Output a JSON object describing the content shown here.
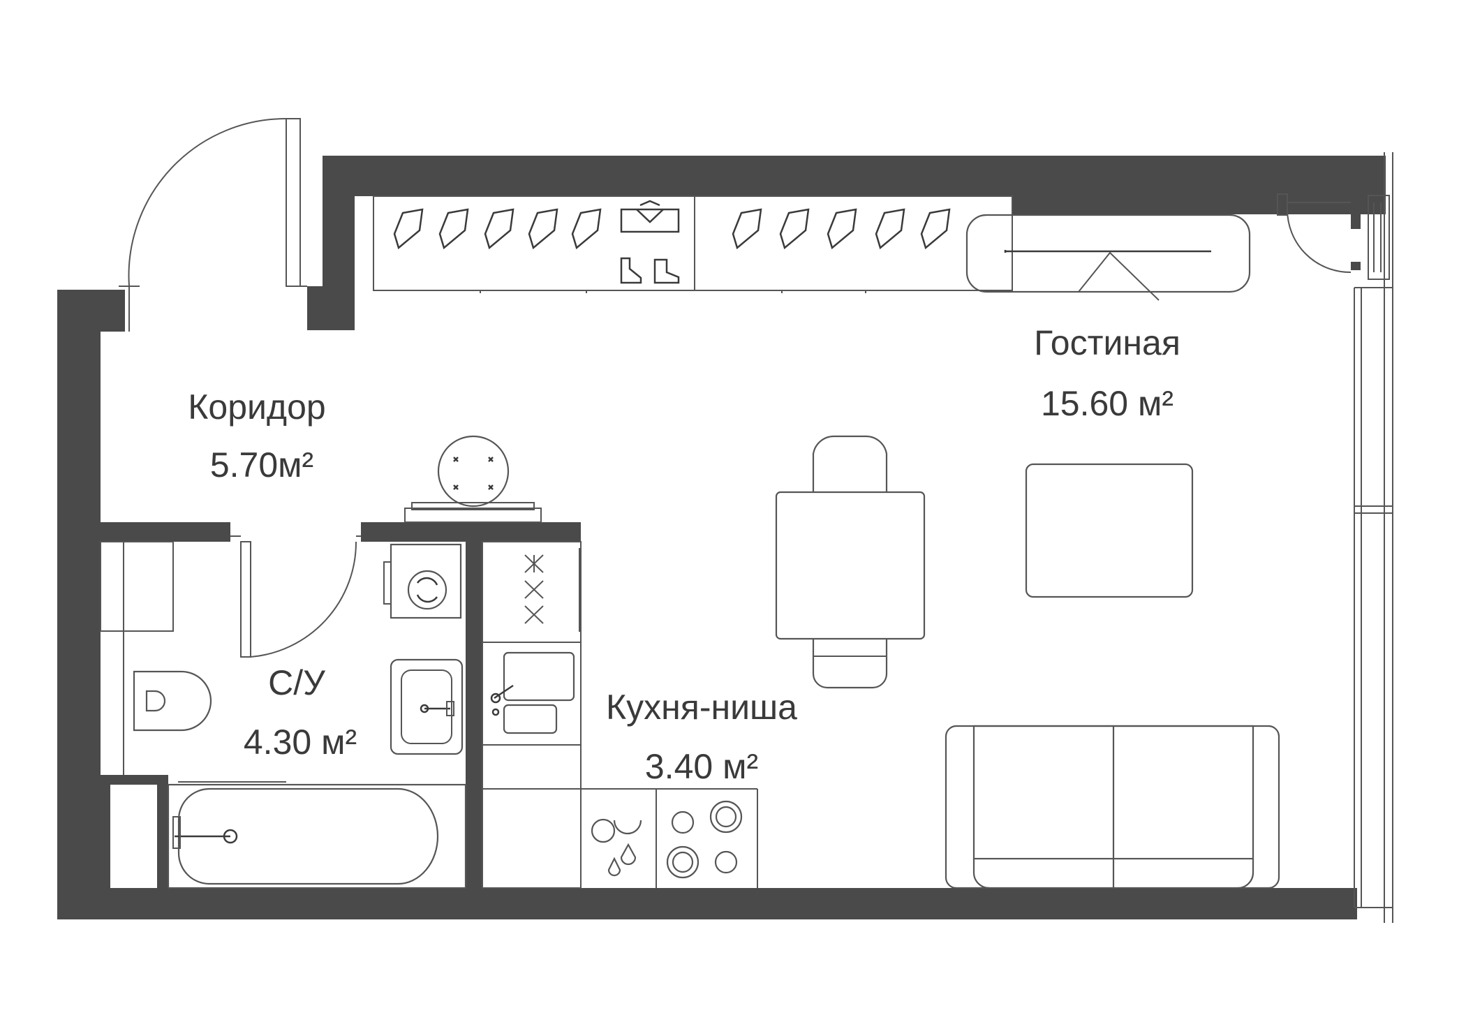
{
  "rooms": {
    "corridor": {
      "name": "Коридор",
      "area": "5.70м²"
    },
    "bathroom": {
      "name": "С/У",
      "area": "4.30 м²"
    },
    "kitchen": {
      "name": "Кухня-ниша",
      "area": "3.40 м²"
    },
    "living": {
      "name": "Гостиная",
      "area": "15.60 м²"
    }
  },
  "colors": {
    "wall": "#4a4a4a",
    "line": "#555555",
    "text": "#3a3a3a",
    "background": "#ffffff"
  }
}
